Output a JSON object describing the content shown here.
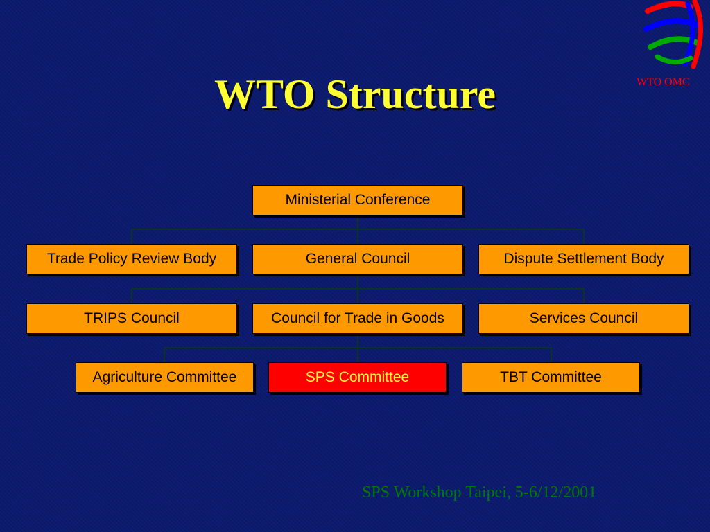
{
  "slide": {
    "title": "WTO Structure",
    "footer": "SPS Workshop Taipei, 5-6/12/2001"
  },
  "logo": {
    "text": "WTO OMC",
    "stripe_colors": [
      "#ff0000",
      "#0000ff",
      "#00aa00"
    ]
  },
  "org_chart": {
    "level1": [
      "Ministerial Conference"
    ],
    "level2": [
      "Trade Policy Review Body",
      "General Council",
      "Dispute Settlement Body"
    ],
    "level3": [
      "TRIPS Council",
      "Council for Trade in Goods",
      "Services Council"
    ],
    "level4": [
      "Agriculture Committee",
      "SPS Committee",
      "TBT Committee"
    ],
    "highlighted": "SPS Committee"
  },
  "colors": {
    "background": "#0c1a6e",
    "title": "#ffff33",
    "box": "#ff9900",
    "highlight_box": "#ff0000",
    "highlight_text": "#ffff33",
    "footer": "#007a00"
  }
}
